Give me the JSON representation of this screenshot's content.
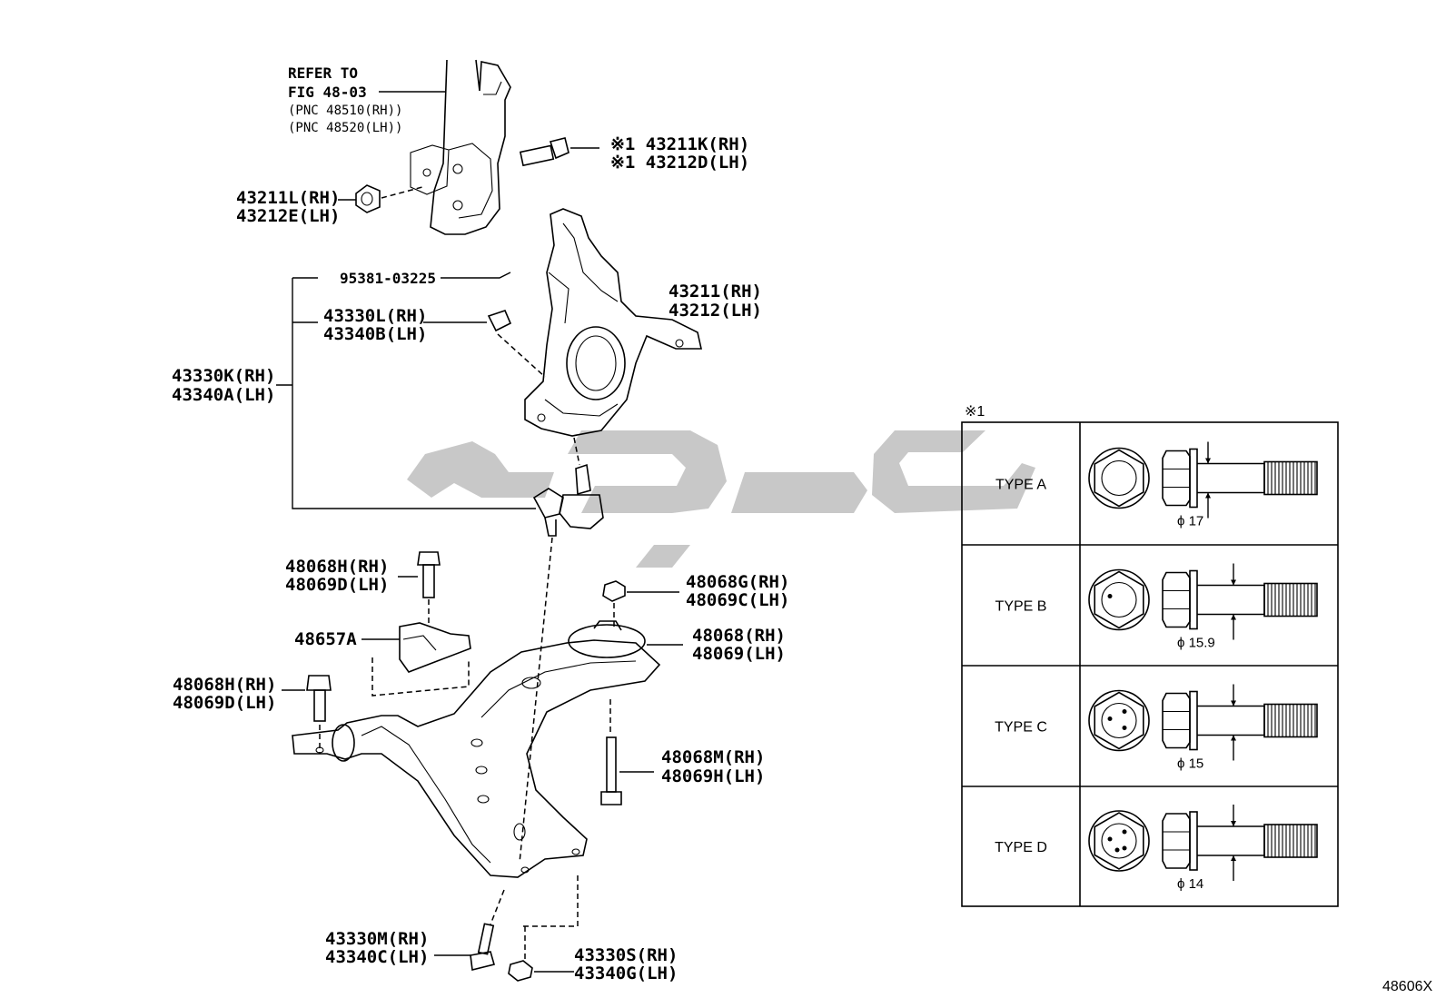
{
  "diagram_id": "48606X",
  "note_mark": "※1",
  "callouts": {
    "refer": [
      "REFER TO",
      "FIG 48-03",
      "(PNC 48510(RH))",
      "(PNC 48520(LH))"
    ],
    "bolt_top": [
      "※1 43211K(RH)",
      "※1 43212D(LH)"
    ],
    "washer": [
      "43211L(RH)",
      "43212E(LH)"
    ],
    "clip": "95381-03225",
    "knuckle": [
      "43211(RH)",
      "43212(LH)"
    ],
    "boot": [
      "43330L(RH)",
      "43340B(LH)"
    ],
    "ball_joint": [
      "43330K(RH)",
      "43340A(LH)"
    ],
    "bolt_a": [
      "48068H(RH)",
      "48069D(LH)"
    ],
    "nut_a": [
      "48068G(RH)",
      "48069C(LH)"
    ],
    "bracket": "48657A",
    "bushing": [
      "48068(RH)",
      "48069(LH)"
    ],
    "bolt_b": [
      "48068H(RH)",
      "48069D(LH)"
    ],
    "bolt_c": [
      "48068M(RH)",
      "48069H(LH)"
    ],
    "bolt_d": [
      "43330M(RH)",
      "43340C(LH)"
    ],
    "nut_d": [
      "43330S(RH)",
      "43340G(LH)"
    ]
  },
  "types_table": [
    {
      "type": "TYPE A",
      "diameter": "17"
    },
    {
      "type": "TYPE B",
      "diameter": "15.9"
    },
    {
      "type": "TYPE C",
      "diameter": "15"
    },
    {
      "type": "TYPE D",
      "diameter": "14"
    }
  ],
  "diameter_symbol": "ϕ"
}
